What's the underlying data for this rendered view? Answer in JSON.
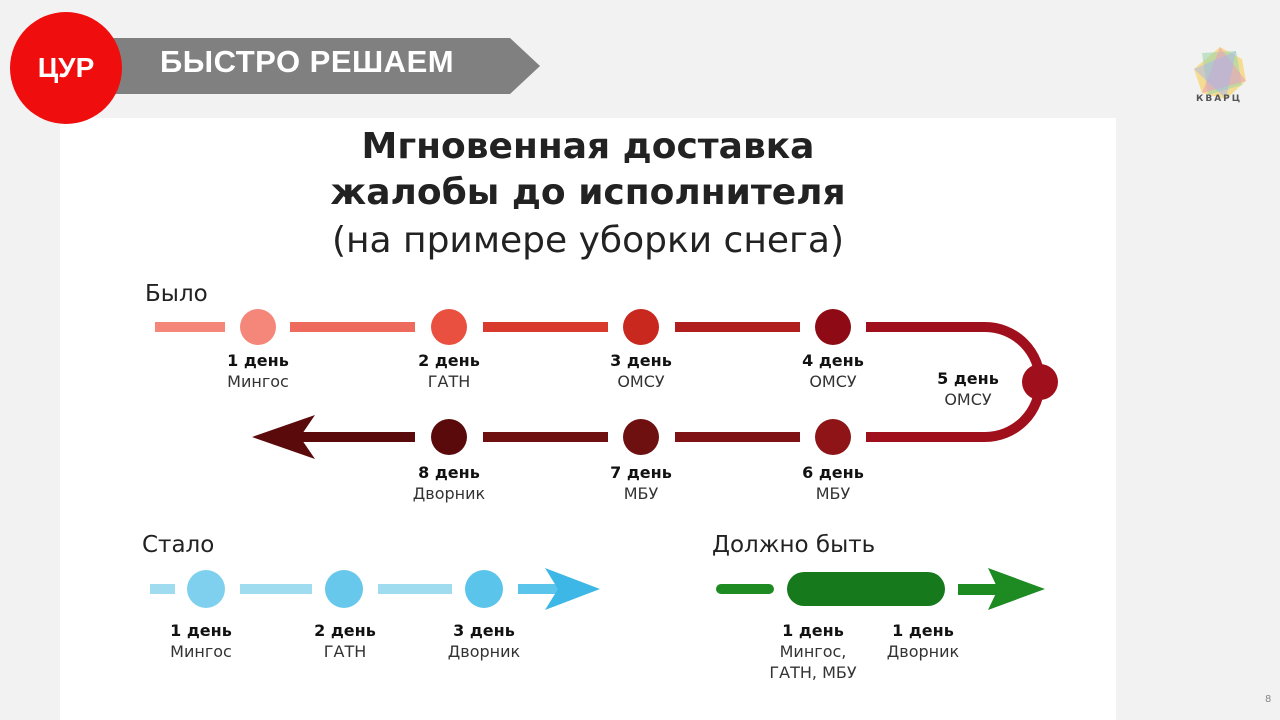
{
  "header": {
    "badge": "ЦУР",
    "banner": "БЫСТРО РЕШАЕМ",
    "logo": "КВАРЦ"
  },
  "title": {
    "line1": "Мгновенная доставка",
    "line2": "жалобы до исполнителя",
    "line3": "(на примере уборки снега)"
  },
  "before": {
    "label": "Было",
    "steps": [
      {
        "day": "1 день",
        "who": "Мингос",
        "color": "#f4877a"
      },
      {
        "day": "2 день",
        "who": "ГАТН",
        "color": "#e9503f"
      },
      {
        "day": "3 день",
        "who": "ОМСУ",
        "color": "#c8281e"
      },
      {
        "day": "4 день",
        "who": "ОМСУ",
        "color": "#8e0a14"
      },
      {
        "day": "5 день",
        "who": "ОМСУ",
        "color": "#a0101c"
      },
      {
        "day": "6 день",
        "who": "МБУ",
        "color": "#8e1418"
      },
      {
        "day": "7 день",
        "who": "МБУ",
        "color": "#6e0f10"
      },
      {
        "day": "8 день",
        "who": "Дворник",
        "color": "#5a0a0a"
      }
    ]
  },
  "now": {
    "label": "Стало",
    "steps": [
      {
        "day": "1 день",
        "who": "Мингос"
      },
      {
        "day": "2 день",
        "who": "ГАТН"
      },
      {
        "day": "3 день",
        "who": "Дворник"
      }
    ]
  },
  "target": {
    "label": "Должно быть",
    "steps": [
      {
        "day": "1 день",
        "who": "Мингос, ГАТН, МБУ"
      },
      {
        "day": "1 день",
        "who": "Дворник"
      }
    ]
  },
  "page_number": "8"
}
